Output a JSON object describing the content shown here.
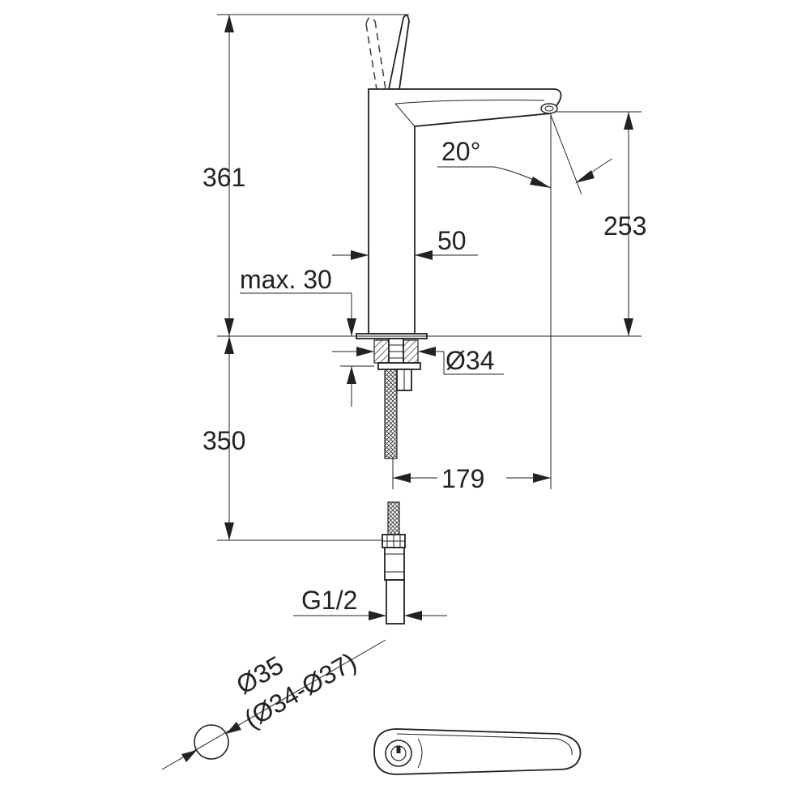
{
  "dimensions": {
    "height_total": "361",
    "height_spout": "253",
    "body_width": "50",
    "max_thickness": "max. 30",
    "hole_diameter": "Ø34",
    "hose_length": "350",
    "reach": "179",
    "thread": "G1/2",
    "angle": "20°",
    "hole_cut": "Ø35",
    "hole_cut_range": "(Ø34-Ø37)"
  }
}
